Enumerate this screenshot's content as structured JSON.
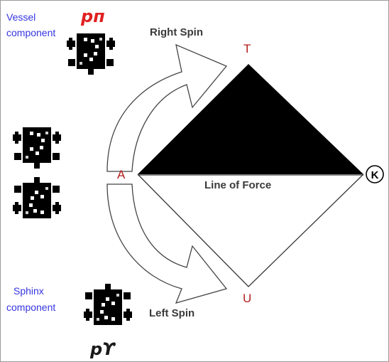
{
  "labels": {
    "vessel_line1": "Vessel",
    "vessel_line2": "component",
    "vessel_symbol": "pᴨ",
    "sphinx_line1": "Sphinx",
    "sphinx_line2": "component",
    "sphinx_symbol": "pϒ",
    "right_spin": "Right Spin",
    "left_spin": "Left Spin",
    "line_of_force": "Line of Force",
    "vertex_t": "T",
    "vertex_a": "A",
    "vertex_u": "U",
    "vertex_k": "K"
  },
  "colors": {
    "blue_text": "#3535e0",
    "vertex_red": "#b41e1e",
    "symbol_red": "#e02020",
    "triangle_fill": "#000000"
  }
}
